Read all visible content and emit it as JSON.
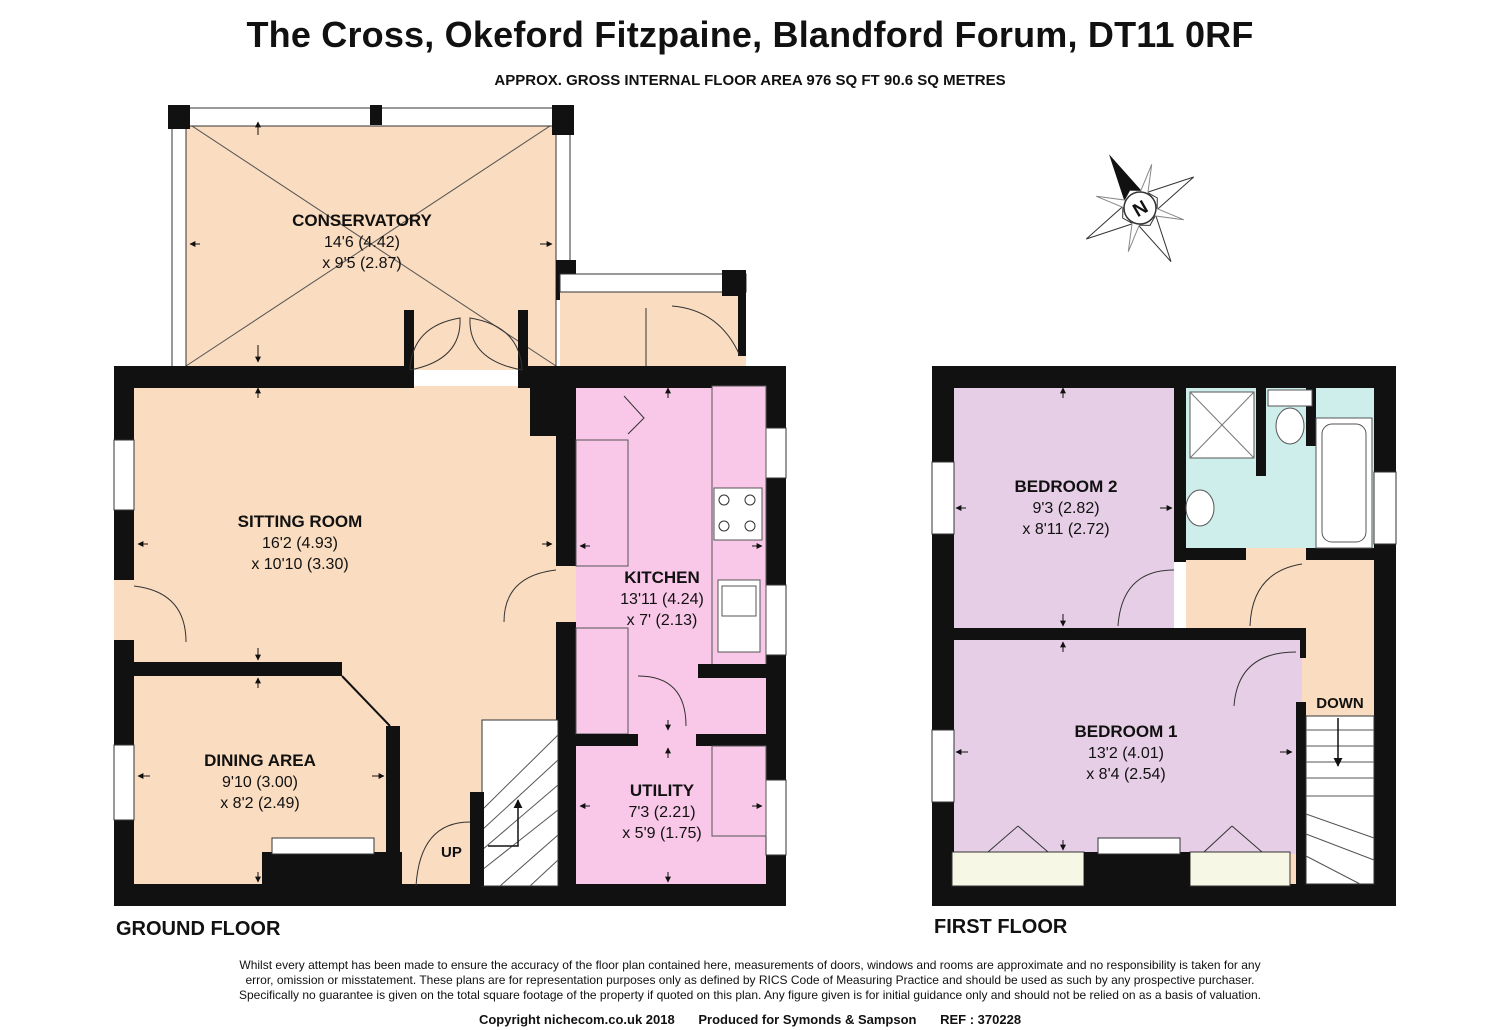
{
  "header": {
    "title": "The Cross, Okeford Fitzpaine, Blandford Forum, DT11 0RF",
    "subtitle": "APPROX. GROSS INTERNAL FLOOR AREA 976 SQ FT 90.6 SQ METRES"
  },
  "colors": {
    "wall": "#111111",
    "living": "#fadcc0",
    "kitchen": "#f9c8e8",
    "bedroom": "#e6cfe6",
    "bathroom": "#cdeeea",
    "cupboard": "#f7f7e6"
  },
  "compass": {
    "label": "N",
    "icon": "compass-rose-icon"
  },
  "ground_floor": {
    "label": "GROUND FLOOR",
    "rooms": {
      "conservatory": {
        "name": "CONSERVATORY",
        "dim1": "14'6 (4.42)",
        "dim2": "x 9'5 (2.87)"
      },
      "sitting_room": {
        "name": "SITTING ROOM",
        "dim1": "16'2 (4.93)",
        "dim2": "x 10'10 (3.30)"
      },
      "dining_area": {
        "name": "DINING AREA",
        "dim1": "9'10 (3.00)",
        "dim2": "x 8'2 (2.49)"
      },
      "kitchen": {
        "name": "KITCHEN",
        "dim1": "13'11 (4.24)",
        "dim2": "x 7' (2.13)"
      },
      "utility": {
        "name": "UTILITY",
        "dim1": "7'3 (2.21)",
        "dim2": "x 5'9 (1.75)"
      }
    },
    "stairs_label": "UP"
  },
  "first_floor": {
    "label": "FIRST FLOOR",
    "rooms": {
      "bedroom_2": {
        "name": "BEDROOM 2",
        "dim1": "9'3 (2.82)",
        "dim2": "x 8'11 (2.72)"
      },
      "bedroom_1": {
        "name": "BEDROOM 1",
        "dim1": "13'2 (4.01)",
        "dim2": "x 8'4 (2.54)"
      }
    },
    "stairs_label": "DOWN"
  },
  "disclaimer": [
    "Whilst every attempt has been made to ensure the accuracy of the floor plan contained here, measurements of doors, windows and rooms are approximate and no responsibility is taken for any",
    "error, omission or misstatement. These plans are for representation purposes only as defined by RICS Code of Measuring Practice and should be used as such by any prospective purchaser.",
    "Specifically no guarantee is given on the total square footage of the property if quoted on this plan. Any figure given is for initial guidance only and should not be relied on as a basis of valuation."
  ],
  "footer": {
    "copyright": "Copyright nichecom.co.uk 2018",
    "produced_for": "Produced for Symonds & Sampson",
    "ref": "REF : 370228"
  }
}
